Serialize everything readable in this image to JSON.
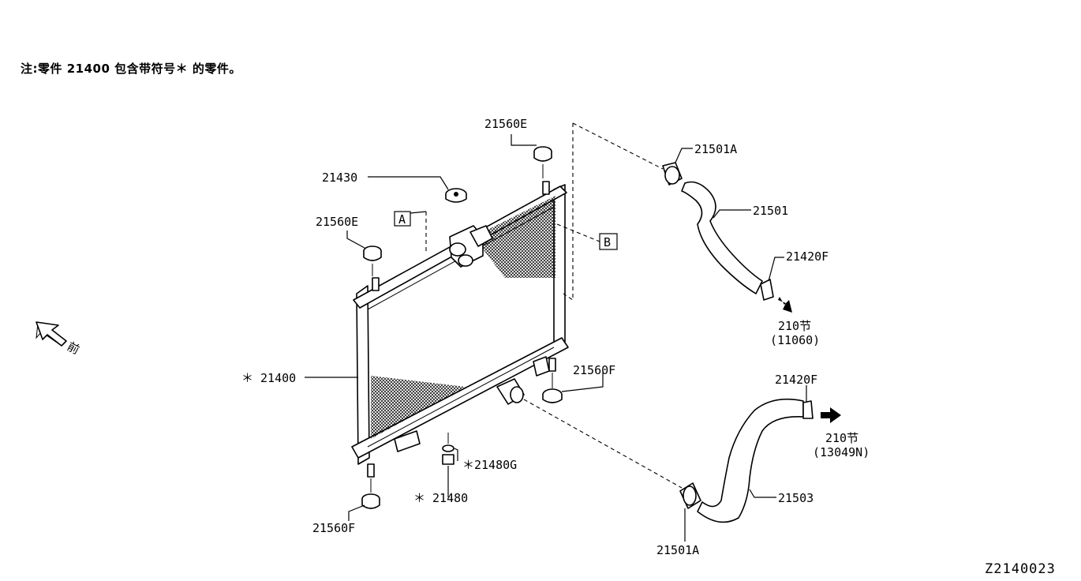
{
  "note": "注:零件 21400 包含带符号＊ 的零件。",
  "front_label": "前",
  "labels": {
    "p21560E_top": "21560E",
    "p21430": "21430",
    "p21560E_left": "21560E",
    "p21400": "＊ 21400",
    "p21560F_right": "21560F",
    "p21480G": "＊21480G",
    "p21480": "＊ 21480",
    "p21560F_bottom": "21560F",
    "p21501A_top": "21501A",
    "p21501": "21501",
    "p21420F_top": "21420F",
    "p21420F_bottom": "21420F",
    "p21503": "21503",
    "p21501A_bottom": "21501A",
    "marker_a": "A",
    "marker_b": "B"
  },
  "refs": {
    "upper_sec": "210节",
    "upper_code": "(11060)",
    "lower_sec": "210节",
    "lower_code": "(13049N)"
  },
  "diagram_code": "Z2140023"
}
